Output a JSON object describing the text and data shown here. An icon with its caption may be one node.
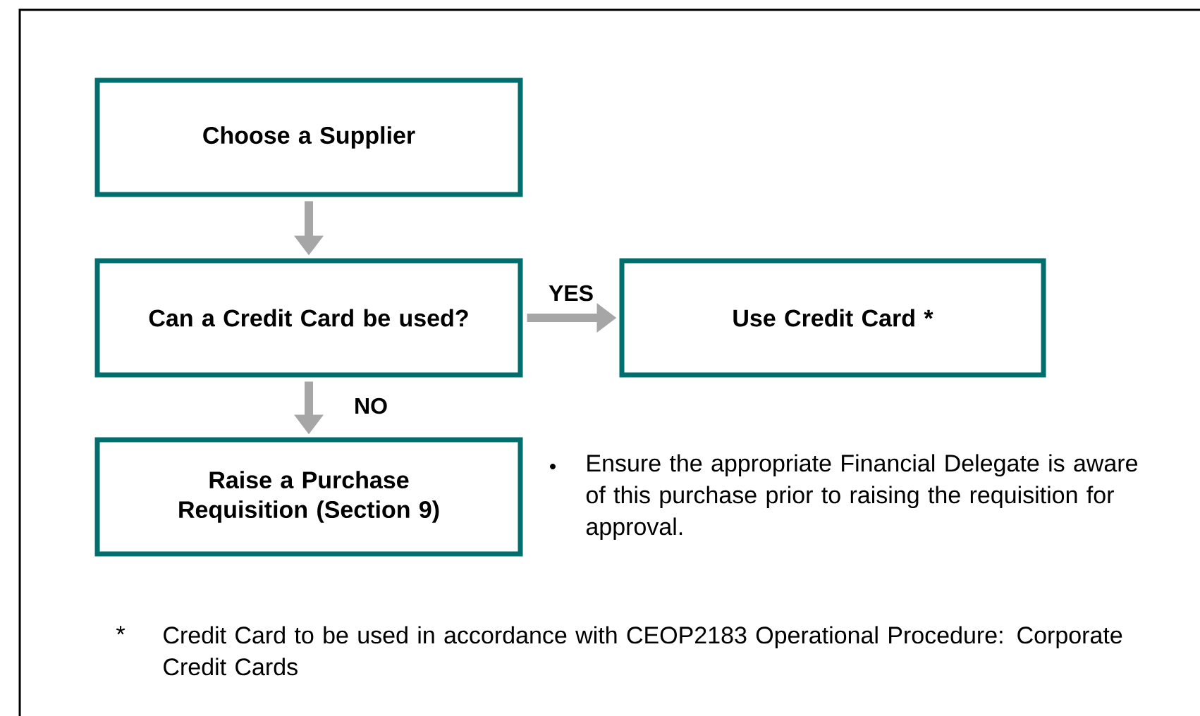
{
  "diagram": {
    "nodes": [
      {
        "text": [
          "Choose a Supplier"
        ]
      },
      {
        "text": [
          "Can a Credit Card be used?"
        ]
      },
      {
        "text": [
          "Use Credit Card *"
        ]
      },
      {
        "text": [
          "Raise a Purchase Requisition (Section 9)"
        ]
      }
    ],
    "edges": [
      {
        "from": 0,
        "to": 1,
        "arrow": "to"
      },
      {
        "from": 1,
        "to": 2,
        "arrow": "to",
        "label": "YES"
      },
      {
        "from": 1,
        "to": 3,
        "arrow": "to",
        "label": "NO"
      }
    ],
    "labels": [
      "Ensure the appropriate Financial Delegate is aware of this purchase prior to raising the requisition for approval.",
      "*",
      "Credit Card to be used in accordance with CEOP2183 Operational Procedure: Corporate Credit Cards"
    ]
  }
}
